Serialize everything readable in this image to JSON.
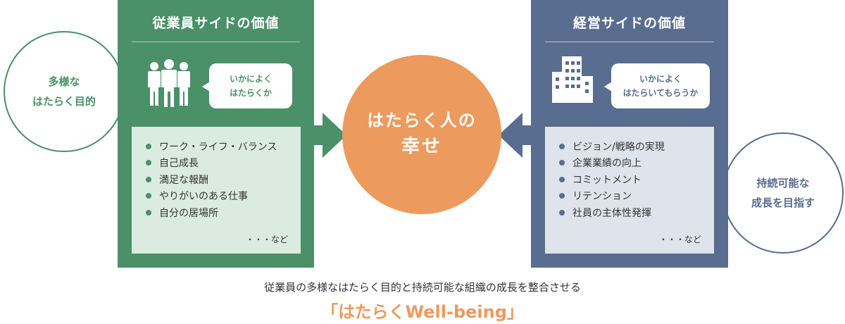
{
  "left_circle": {
    "text": "多様な\nはたらく目的"
  },
  "right_circle": {
    "text": "持続可能な\n成長を目指す"
  },
  "employee_panel": {
    "title": "従業員サイドの価値",
    "icon": "people-icon",
    "bubble": "いかによく\nはたらくか",
    "items": [
      "ワーク・ライフ・バランス",
      "自己成長",
      "満足な報酬",
      "やりがいのある仕事",
      "自分の居場所"
    ],
    "etc": "・・・など",
    "color": "#4a9068",
    "list_bg": "#dbebe0"
  },
  "management_panel": {
    "title": "経営サイドの価値",
    "icon": "building-icon",
    "bubble": "いかによく\nはたらいてもらうか",
    "items": [
      "ビジョン/戦略の実現",
      "企業業績の向上",
      "コミットメント",
      "リテンション",
      "社員の主体性発揮"
    ],
    "etc": "・・・など",
    "color": "#596d90",
    "list_bg": "#dfe3eb"
  },
  "center": {
    "line1": "はたらく人の",
    "line2": "幸せ",
    "color": "#ec9a5e"
  },
  "footer": {
    "text": "従業員の多様なはたらく目的と持続可能な組織の成長を整合させる",
    "highlight": "「はたらくWell-being」"
  }
}
